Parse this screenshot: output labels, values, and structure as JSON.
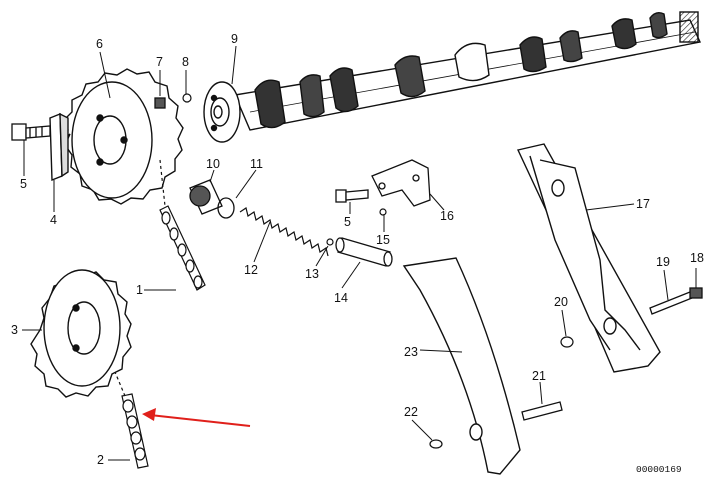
{
  "diagram": {
    "reference_code": "00000169",
    "callouts": [
      {
        "id": "c1",
        "label": "1"
      },
      {
        "id": "c2",
        "label": "2"
      },
      {
        "id": "c3",
        "label": "3"
      },
      {
        "id": "c4",
        "label": "4"
      },
      {
        "id": "c5a",
        "label": "5"
      },
      {
        "id": "c5b",
        "label": "5"
      },
      {
        "id": "c6",
        "label": "6"
      },
      {
        "id": "c7",
        "label": "7"
      },
      {
        "id": "c8",
        "label": "8"
      },
      {
        "id": "c9",
        "label": "9"
      },
      {
        "id": "c10",
        "label": "10"
      },
      {
        "id": "c11",
        "label": "11"
      },
      {
        "id": "c12",
        "label": "12"
      },
      {
        "id": "c13",
        "label": "13"
      },
      {
        "id": "c14",
        "label": "14"
      },
      {
        "id": "c15",
        "label": "15"
      },
      {
        "id": "c16",
        "label": "16"
      },
      {
        "id": "c17",
        "label": "17"
      },
      {
        "id": "c18",
        "label": "18"
      },
      {
        "id": "c19",
        "label": "19"
      },
      {
        "id": "c20",
        "label": "20"
      },
      {
        "id": "c21",
        "label": "21"
      },
      {
        "id": "c22",
        "label": "22"
      },
      {
        "id": "c23",
        "label": "23"
      }
    ],
    "highlight_arrow_color": "#e0201b",
    "line_color": "#111111"
  }
}
